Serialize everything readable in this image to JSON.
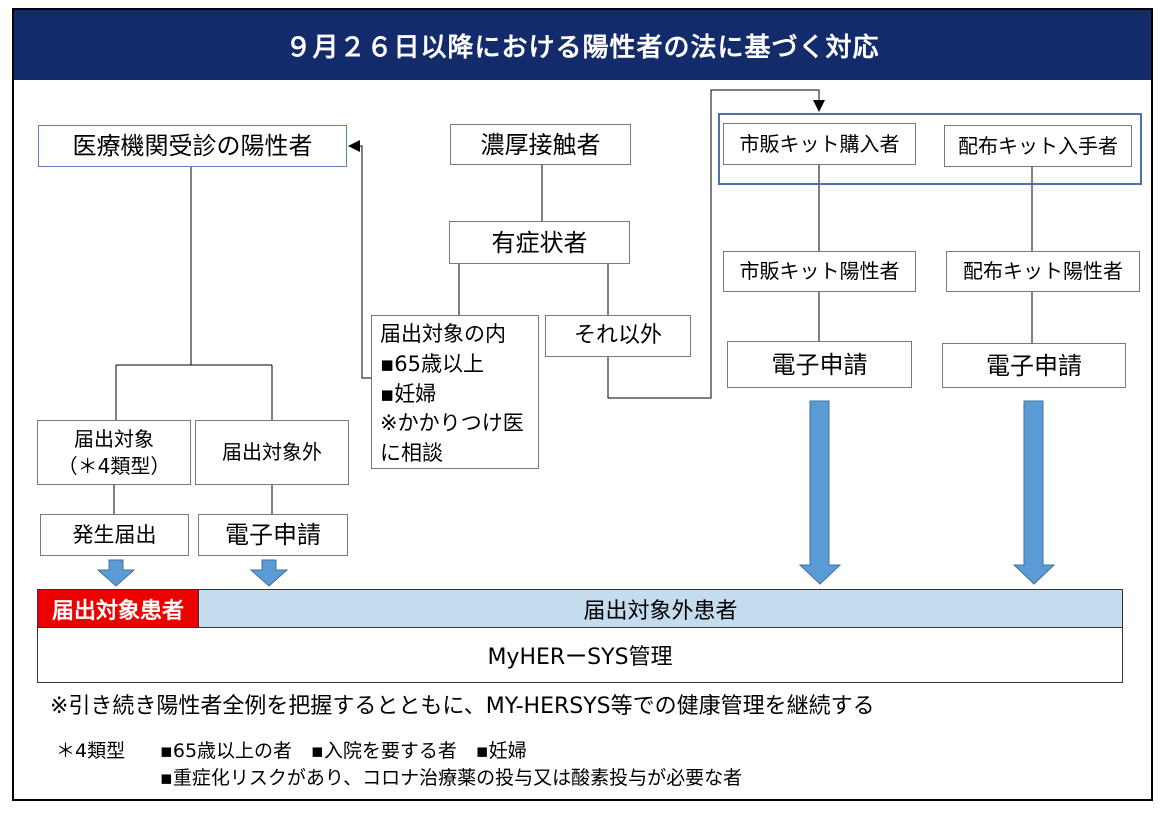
{
  "title": "９月２６日以降における陽性者の法に基づく対応",
  "nodes": {
    "clinic_positive": "医療機関受診の陽性者",
    "close_contact": "濃厚接触者",
    "symptomatic": "有症状者",
    "priority_lines": [
      "届出対象の内",
      "▪65歳以上",
      "▪妊婦",
      "※かかりつけ医",
      "に相談"
    ],
    "other": "それ以外",
    "kit_buyer": "市販キット購入者",
    "kit_receiver": "配布キット入手者",
    "kit_buyer_positive": "市販キット陽性者",
    "kit_receiver_positive": "配布キット陽性者",
    "e_apply_1": "電子申請",
    "e_apply_2": "電子申請",
    "e_apply_3": "電子申請",
    "notify_target_line1": "届出対象",
    "notify_target_line2": "（＊4類型）",
    "notify_excluded": "届出対象外",
    "outbreak_notice": "発生届出"
  },
  "bars": {
    "target_patients": "届出対象患者",
    "non_target_patients": "届出対象外患者",
    "management": "MyHERーSYS管理"
  },
  "note_main": "※引き続き陽性者全例を把握するとともに、MY-HERSYS等での健康管理を継続する",
  "footnote": {
    "label": "＊4類型",
    "line1": "▪65歳以上の者　▪入院を要する者　▪妊婦",
    "line2": "▪重症化リスクがあり、コロナ治療薬の投与又は酸素投与が必要な者"
  },
  "colors": {
    "header_bg": "#132a6b",
    "target_bar": "#ee0000",
    "non_target_bar": "#c5dcef",
    "arrow": "#5b9bd5"
  }
}
